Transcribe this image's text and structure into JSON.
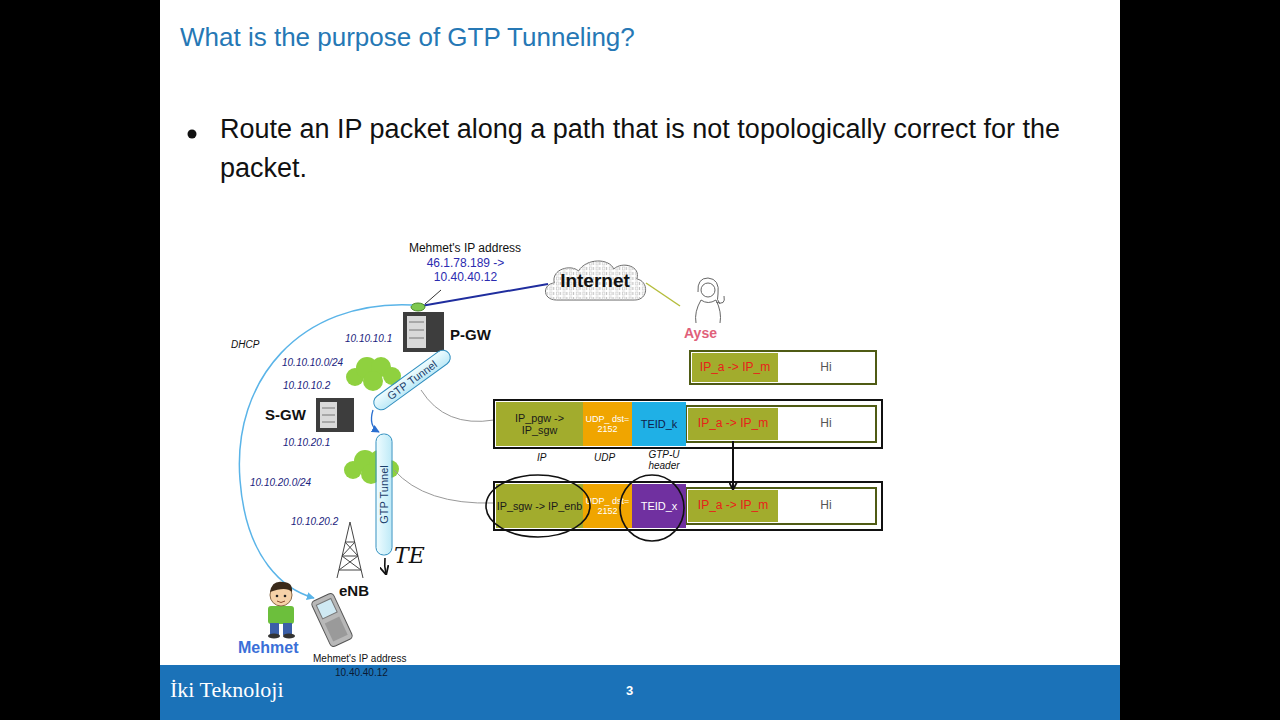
{
  "diagram": {
    "title": "What is the purpose of GTP Tunneling?",
    "nodes": [
      {
        "text": [
          "Internet"
        ]
      },
      {
        "text": [
          "GTP Tunnel"
        ]
      },
      {
        "text": [
          "GTP Tunnel"
        ]
      },
      {
        "text": [
          "IP_a -> IP_m"
        ]
      },
      {
        "text": [
          "Hi"
        ]
      },
      {
        "text": [
          "IP_pgw -> IP_sgw"
        ]
      },
      {
        "text": [
          "UDP_ dst= 2152"
        ]
      },
      {
        "text": [
          "TEID_k"
        ]
      },
      {
        "text": [
          "IP_a -> IP_m"
        ]
      },
      {
        "text": [
          "Hi"
        ]
      },
      {
        "text": [
          "IP_sgw -> IP_enb"
        ]
      },
      {
        "text": [
          "UDP_ dst= 2152"
        ]
      },
      {
        "text": [
          "TEID_x"
        ]
      },
      {
        "text": [
          "IP_a -> IP_m"
        ]
      },
      {
        "text": [
          "Hi"
        ]
      }
    ],
    "edges": [
      {
        "from": 8,
        "to": 13,
        "arrow": "to"
      }
    ],
    "labels": [
      "Route an IP packet along a path that is not topologically correct for the packet.",
      "Mehmet's IP address",
      "46.1.78.189 -> 10.40.40.12",
      "DHCP",
      "10.10.10.1",
      "P-GW",
      "10.10.10.0/24",
      "10.10.10.2",
      "S-GW",
      "10.10.20.1",
      "10.10.20.0/24",
      "10.10.20.2",
      "TE",
      "eNB",
      "Mehmet",
      "Mehmet's IP address",
      "10.40.40.12",
      "Ayse",
      "IP",
      "UDP",
      "GTP-U header",
      "İki Teknoloji",
      "3"
    ]
  }
}
